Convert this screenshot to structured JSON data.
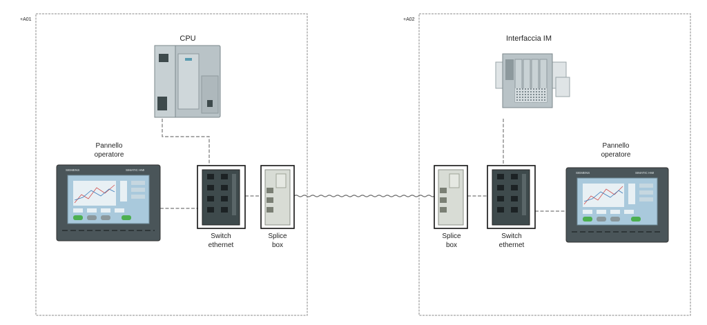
{
  "areas": [
    {
      "id": "A01",
      "tag": "+A01"
    },
    {
      "id": "A02",
      "tag": "+A02"
    }
  ],
  "devices": {
    "cpu": {
      "label": "CPU"
    },
    "im": {
      "label": "Interfaccia IM"
    },
    "hmi_left": {
      "label_line1": "Pannello",
      "label_line2": "operatore",
      "brand": "SIEMENS",
      "model": "SIMATIC HMI"
    },
    "hmi_right": {
      "label_line1": "Pannello",
      "label_line2": "operatore",
      "brand": "SIEMENS",
      "model": "SIMATIC HMI"
    },
    "switch_left": {
      "label_line1": "Switch",
      "label_line2": "ethernet"
    },
    "switch_right": {
      "label_line1": "Switch",
      "label_line2": "ethernet"
    },
    "splice_left": {
      "label_line1": "Splice",
      "label_line2": "box"
    },
    "splice_right": {
      "label_line1": "Splice",
      "label_line2": "box"
    }
  },
  "colors": {
    "frame": "#888888",
    "device_body": "#b9c3c7",
    "device_dark": "#3e4a4c",
    "hmi_bezel": "#4a5559",
    "hmi_screen": "#a9c9dc",
    "hmi_key_green": "#4caf50"
  }
}
